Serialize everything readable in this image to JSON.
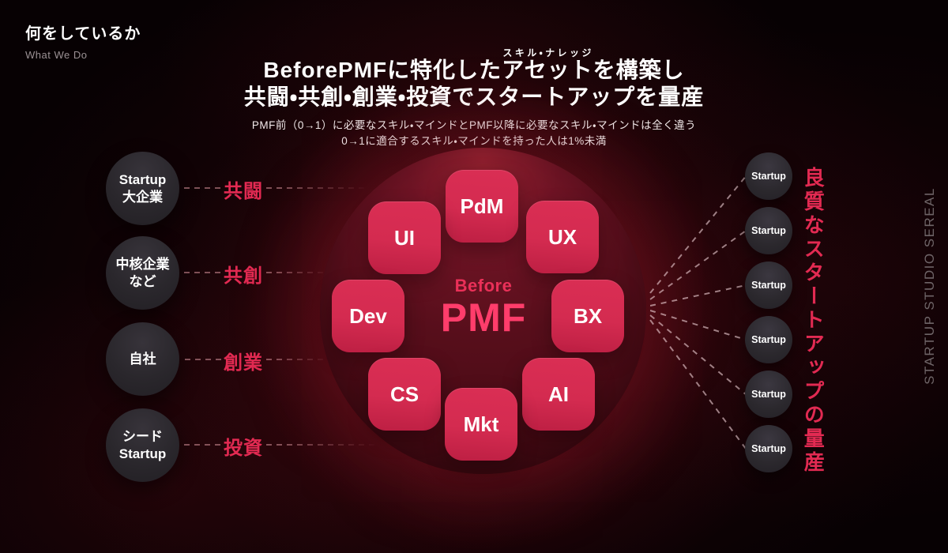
{
  "header": {
    "title_jp": "何をしているか",
    "title_en": "What We Do"
  },
  "headline": {
    "line1_pre": "BeforePMFに特化した",
    "ruby_base": "アセット",
    "ruby_text": "スキル・ナレッジ",
    "line1_post": "を構築し",
    "line2": "共闘・共創・創業・投資でスタートアップを量産",
    "sub_line1": "PMF前（0→1）に必要なスキル・マインドとPMF以降に必要なスキル・マインドは全く違う",
    "sub_line2": "0→1に適合するスキル・マインドを持った人は1%未満"
  },
  "left_sources": [
    {
      "label": "Startup\n大企業",
      "relation": "共闘"
    },
    {
      "label": "中核企業\nなど",
      "relation": "共創"
    },
    {
      "label": "自社",
      "relation": "創業"
    },
    {
      "label": "シード\nStartup",
      "relation": "投資"
    }
  ],
  "core": {
    "label_top": "Before",
    "label_main": "PMF",
    "tiles": [
      "PdM",
      "UI",
      "UX",
      "Dev",
      "BX",
      "CS",
      "AI",
      "Mkt"
    ]
  },
  "right_outputs": {
    "circle_label": "Startup",
    "count": 6,
    "caption": "良質なスタートアップの量産"
  },
  "watermark": "STARTUP STUDIO SEREAL",
  "colors": {
    "accent": "#e22a52",
    "tile": "#d42b50",
    "tile-deep": "#bd1f43",
    "pmf-top": "#ea3058",
    "pmf-main": "#ff3d6b",
    "core-dark": "#470a14"
  }
}
